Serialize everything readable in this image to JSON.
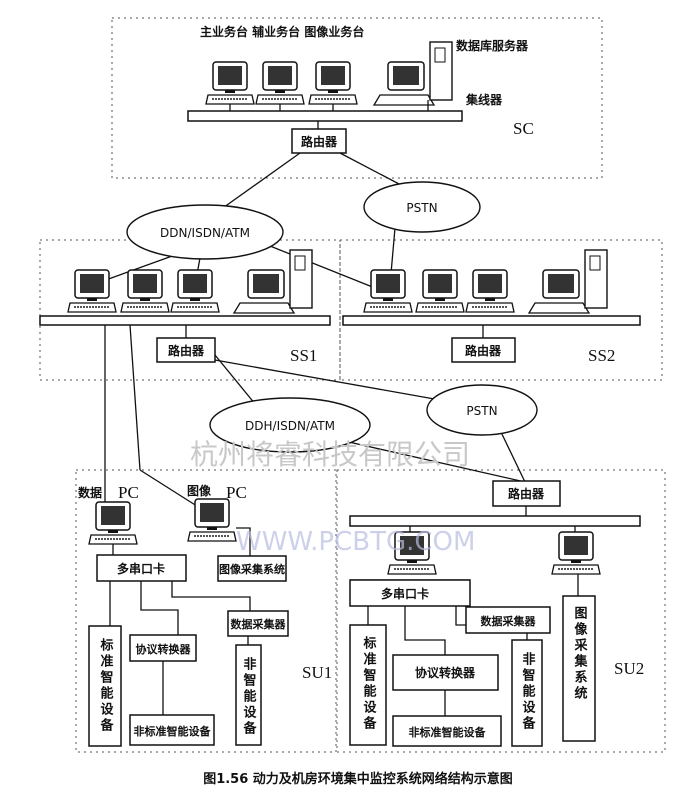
{
  "sc": {
    "workstations_label": "主业务台 辅业务台 图像业务台",
    "db_server": "数据库服务器",
    "hub": "集线器",
    "router": "路由器",
    "label": "SC"
  },
  "wan_top": {
    "ddn": "DDN/ISDN/ATM",
    "pstn": "PSTN"
  },
  "ss1": {
    "router": "路由器",
    "label": "SS1"
  },
  "ss2": {
    "router": "路由器",
    "label": "SS2"
  },
  "wan_bottom": {
    "ddn": "DDH/ISDN/ATM",
    "pstn": "PSTN"
  },
  "su1": {
    "data_label": "数据",
    "data_pc": "PC",
    "image_label": "图像",
    "image_pc": "PC",
    "serial_card": "多串口卡",
    "image_capture": "图像采集系统",
    "data_collector": "数据采集器",
    "protocol_converter": "协议转换器",
    "standard_device": "标准智能设备",
    "non_intelligent": "非智能设备",
    "non_standard_device": "非标准智能设备",
    "label": "SU1"
  },
  "su2": {
    "router": "路由器",
    "serial_card": "多串口卡",
    "image_capture": "图像采集系统",
    "data_collector": "数据采集器",
    "protocol_converter": "协议转换器",
    "standard_device": "标准智能设备",
    "non_intelligent": "非智能设备",
    "non_standard_device": "非标准智能设备",
    "label": "SU2"
  },
  "caption": "图1.56   动力及机房环境集中监控系统网络结构示意图",
  "watermarks": {
    "company": "杭州将睿科技有限公司",
    "site": "WWW.PCBTG.COM"
  }
}
